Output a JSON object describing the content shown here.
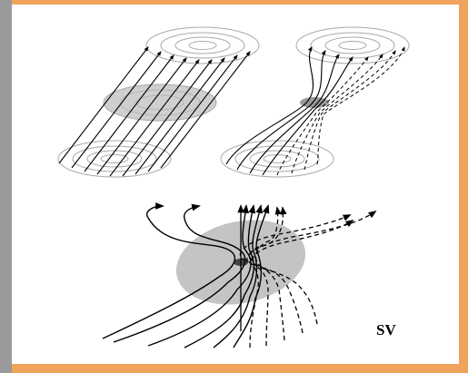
{
  "figure": {
    "label": "SV",
    "colors": {
      "background_frame": "#f0a35a",
      "left_bar": "#9a9a9a",
      "panel": "#ffffff",
      "ink": "#000000",
      "circle_gray": "#b3b3b3",
      "shade": "#c4c4c4"
    },
    "panels": [
      "straight-vortex-tube",
      "twisted-vortex-tube",
      "spiral-vortex-lines"
    ]
  }
}
